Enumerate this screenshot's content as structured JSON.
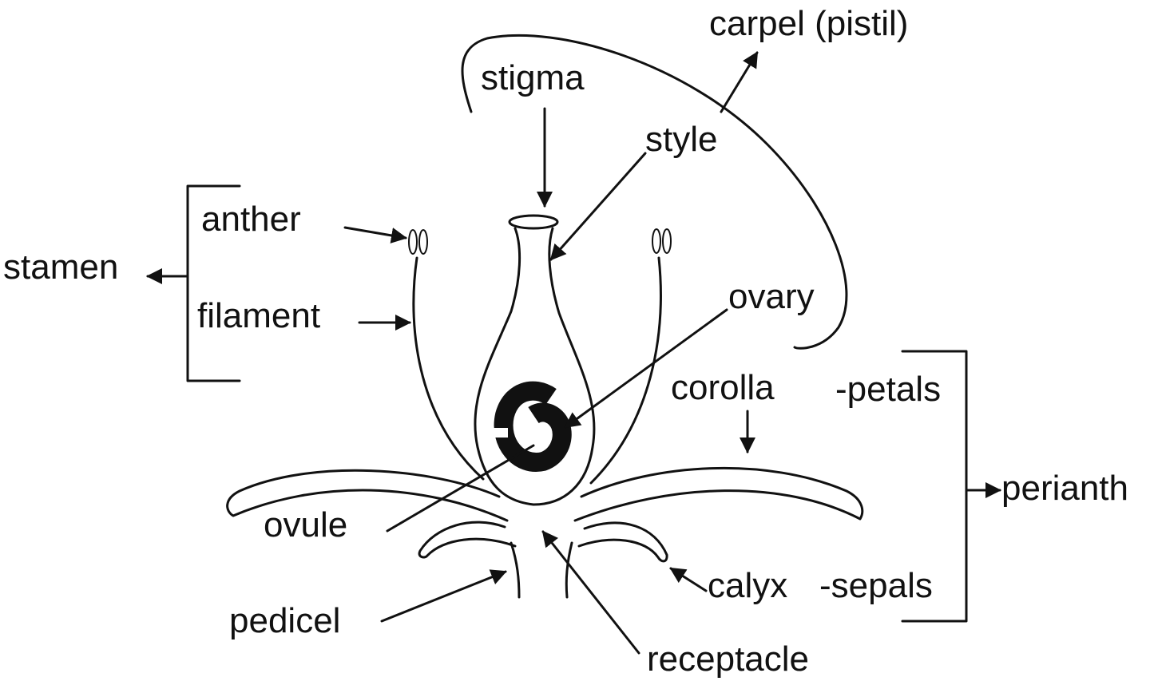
{
  "labels": {
    "carpel": "carpel  (pistil)",
    "stigma": "stigma",
    "style": "style",
    "anther": "anther",
    "stamen": "stamen",
    "filament": "filament",
    "ovary": "ovary",
    "corolla": "corolla",
    "petals": "-petals",
    "perianth": "perianth",
    "ovule": "ovule",
    "calyx": "calyx",
    "sepals": "-sepals",
    "pedicel": "pedicel",
    "receptacle": "receptacle"
  },
  "colors": {
    "ink": "#111111",
    "background": "#ffffff"
  }
}
